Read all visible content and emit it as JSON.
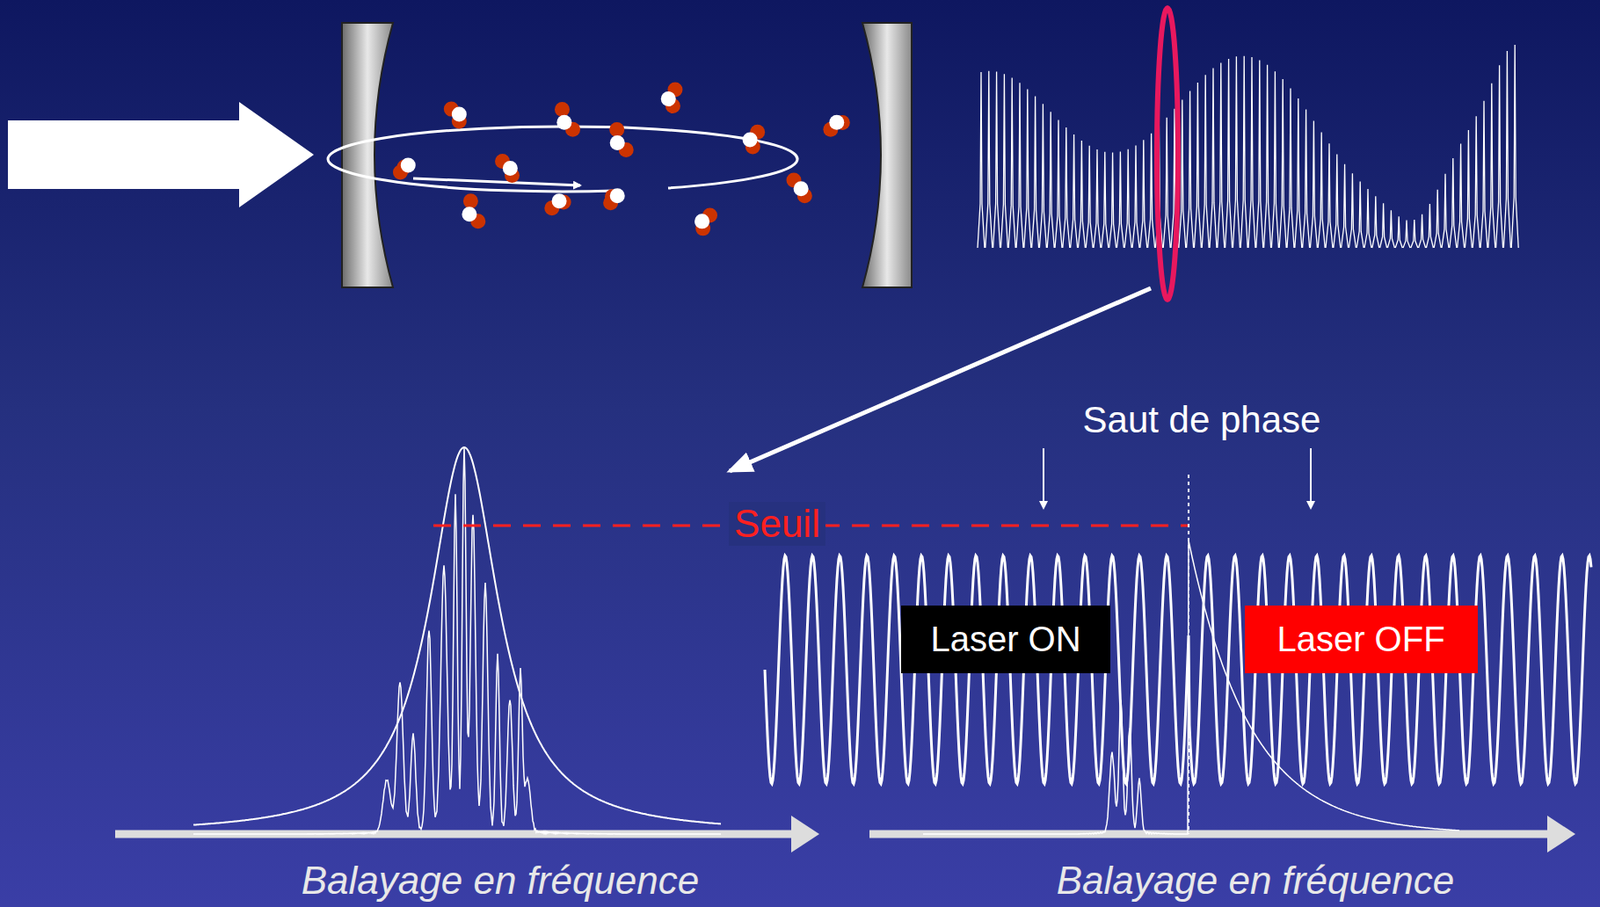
{
  "diagram": {
    "nodes": [
      {
        "text": [
          "Laser ON"
        ]
      },
      {
        "text": [
          "Laser OFF"
        ]
      }
    ],
    "labels": [
      "Saut de phase",
      "Seuil",
      "Balayage en fréquence",
      "Balayage en fréquence"
    ]
  }
}
